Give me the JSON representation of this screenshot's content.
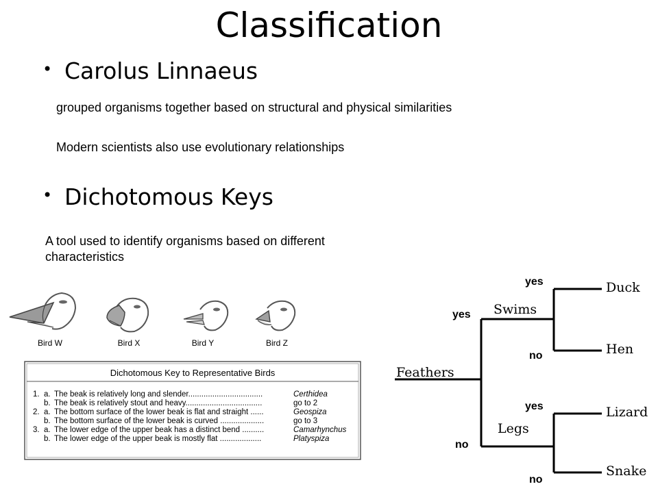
{
  "slide": {
    "title": "Classification",
    "bullets": [
      {
        "heading": "Carolus Linnaeus"
      },
      {
        "heading": "Dichotomous Keys"
      }
    ],
    "bullet_symbol": "•",
    "text1": "grouped organisms together based on structural and physical similarities",
    "text2": "Modern scientists also use evolutionary relationships",
    "text3_line1": "A tool used to identify organisms based on different",
    "text3_line2": "characteristics"
  },
  "birds": [
    "Bird W",
    "Bird X",
    "Bird Y",
    "Bird Z"
  ],
  "key_table": {
    "title": "Dichotomous Key to Representative Birds",
    "rows": [
      {
        "num": "1.",
        "letter": "a.",
        "text": "The beak is relatively long and slender..................................",
        "result": "Certhidea",
        "italic": true
      },
      {
        "num": "",
        "letter": "b.",
        "text": "The beak is relatively stout and heavy...................................",
        "result": "go to 2",
        "italic": false
      },
      {
        "num": "2.",
        "letter": "a.",
        "text": "The bottom surface of the lower beak is flat and straight ......",
        "result": "Geospiza",
        "italic": true
      },
      {
        "num": "",
        "letter": "b.",
        "text": "The bottom surface of the lower beak is curved ....................",
        "result": "go to 3",
        "italic": false
      },
      {
        "num": "3.",
        "letter": "a.",
        "text": "The lower edge of the upper beak has a distinct bend ..........",
        "result": "Camarhynchus",
        "italic": true
      },
      {
        "num": "",
        "letter": "b.",
        "text": "The lower edge of the upper beak is mostly flat ...................",
        "result": "Platyspiza",
        "italic": true
      }
    ]
  },
  "tree": {
    "root": "Feathers",
    "branch_top": "Swims",
    "branch_bottom": "Legs",
    "leaf_duck": "Duck",
    "leaf_hen": "Hen",
    "leaf_lizard": "Lizard",
    "leaf_snake": "Snake",
    "yes": "yes",
    "no": "no"
  }
}
